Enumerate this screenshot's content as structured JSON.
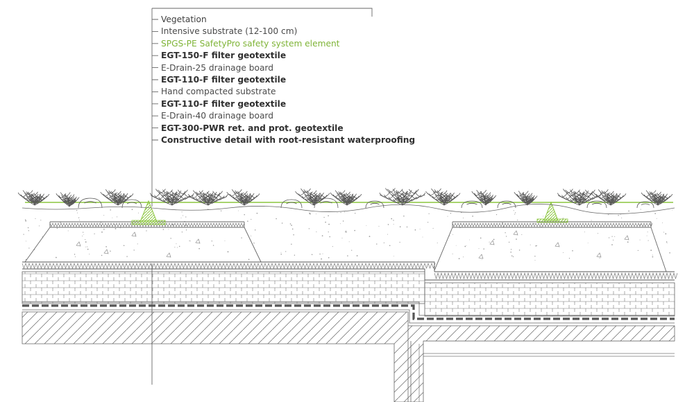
{
  "diagram": {
    "labels": [
      {
        "text": "Vegetation",
        "style": "normal"
      },
      {
        "text": "Intensive substrate (12-100 cm)",
        "style": "light"
      },
      {
        "text": "SPGS-PE SafetyPro safety system element",
        "style": "green"
      },
      {
        "text": "EGT-150-F filter geotextile",
        "style": "bold"
      },
      {
        "text": "E-Drain-25 drainage board",
        "style": "light"
      },
      {
        "text": "EGT-110-F filter geotextile",
        "style": "bold"
      },
      {
        "text": "Hand compacted substrate",
        "style": "light"
      },
      {
        "text": "EGT-110-F filter geotextile",
        "style": "bold"
      },
      {
        "text": "E-Drain-40 drainage board",
        "style": "light"
      },
      {
        "text": "EGT-300-PWR ret. and prot. geotextile",
        "style": "bold"
      },
      {
        "text": "Constructive detail with root-resistant waterproofing",
        "style": "bold"
      }
    ],
    "colors": {
      "line": "#555555",
      "accent": "#8cc63f",
      "text": "#3f3f3f"
    }
  }
}
